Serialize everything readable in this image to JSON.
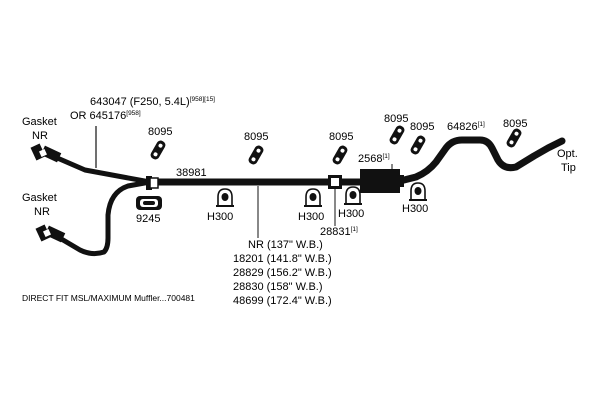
{
  "labels": {
    "gasket_top": [
      "Gasket",
      "NR"
    ],
    "gasket_bottom": [
      "Gasket",
      "NR"
    ],
    "part_top_line1": "643047 (F250, 5.4L)",
    "part_top_line1_refs": "[958][15]",
    "part_top_line2": "OR 645176",
    "part_top_line2_refs": "[958]",
    "hangers_8095": [
      "8095",
      "8095",
      "8095",
      "8095",
      "8095",
      "8095"
    ],
    "pipe_center": "38981",
    "clamp_9245": "9245",
    "hanger_h300": [
      "H300",
      "H300",
      "H300",
      "H300"
    ],
    "tail_part": "64826",
    "tail_part_ref": "[1]",
    "muffler_part": "2568",
    "muffler_part_ref": "[1]",
    "clamp_part": "28831",
    "clamp_part_ref": "[1]",
    "opt_tip": [
      "Opt.",
      "Tip"
    ],
    "wheelbase_options": [
      "NR (137\" W.B.)",
      "18201 (141.8\" W.B.)",
      "28829 (156.2\" W.B.)",
      "28830 (158\" W.B.)",
      "48699 (172.4\" W.B.)"
    ],
    "footer": "DIRECT FIT MSL/MAXIMUM Muffler...700481"
  }
}
